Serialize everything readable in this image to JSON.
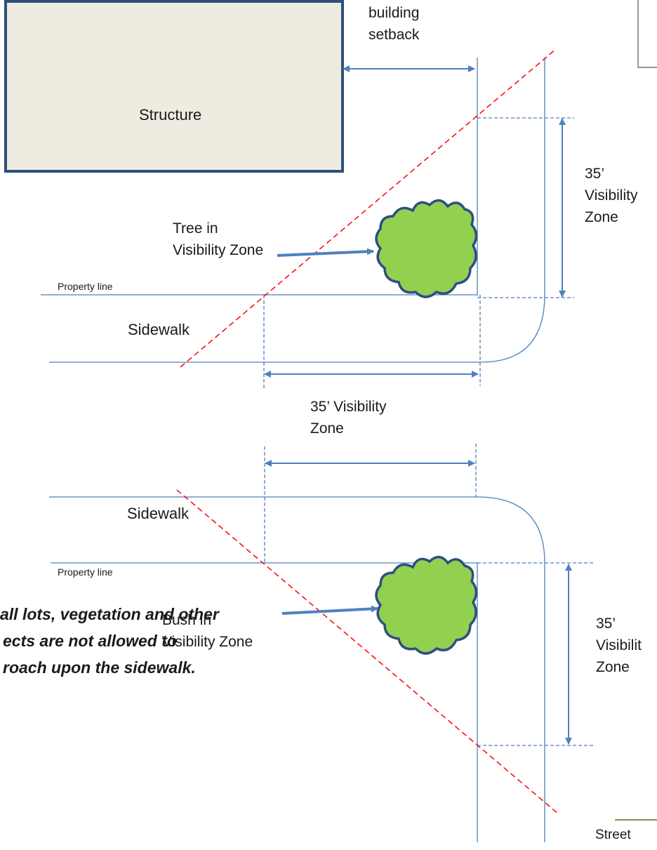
{
  "labels": {
    "building_setback": "building\nsetback",
    "structure": "Structure",
    "top_right_zone": "35’\nVisibility\nZone",
    "tree": "Tree in\nVisibility Zone",
    "property_line_top": "Property line",
    "sidewalk_top": "Sidewalk",
    "mid_zone": "35’ Visibility\nZone",
    "sidewalk_bottom": "Sidewalk",
    "property_line_bottom": "Property line",
    "bush": "Bush in\nVisibility  Zone",
    "bottom_right_zone": "35’\nVisibilit\nZone",
    "street": "Street"
  },
  "note_lines": [
    "all lots, vegetation and other",
    "ects are not allowed to",
    "roach upon the sidewalk."
  ],
  "colors": {
    "line": "#4f81bd",
    "structure_fill": "#eeece1",
    "structure_border": "#2f4f7f",
    "foliage": "#92d050",
    "foliage_outline": "#2f4f7f",
    "sight_line": "#ff0000",
    "street_mark": "#938953"
  }
}
